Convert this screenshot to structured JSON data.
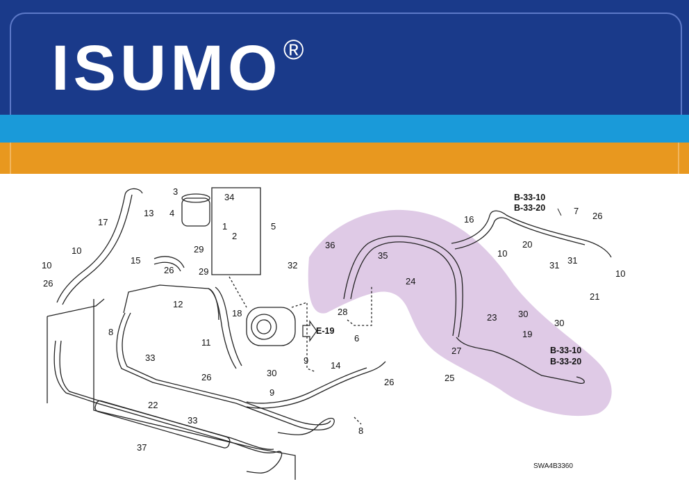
{
  "banner": {
    "brand": "ISUMO",
    "registered_mark": "®",
    "colors": {
      "navy": "#1a3a8a",
      "sky": "#1a9ad9",
      "orange": "#e8981f"
    }
  },
  "diagram": {
    "callouts": [
      "1",
      "2",
      "3",
      "4",
      "5",
      "6",
      "7",
      "8",
      "8",
      "9",
      "9",
      "10",
      "10",
      "10",
      "10",
      "11",
      "12",
      "13",
      "14",
      "15",
      "16",
      "17",
      "18",
      "19",
      "20",
      "21",
      "22",
      "23",
      "24",
      "25",
      "26",
      "26",
      "26",
      "26",
      "26",
      "27",
      "28",
      "29",
      "29",
      "30",
      "30",
      "30",
      "31",
      "31",
      "32",
      "33",
      "33",
      "34",
      "35",
      "36",
      "37"
    ],
    "refs": {
      "top_right_a": "B-33-10",
      "top_right_b": "B-33-20",
      "mid_right_a": "B-33-10",
      "mid_right_b": "B-33-20",
      "pump": "E-19"
    },
    "drawing_code": "SWA4B3360",
    "highlight_color": "#c9a6d6"
  }
}
